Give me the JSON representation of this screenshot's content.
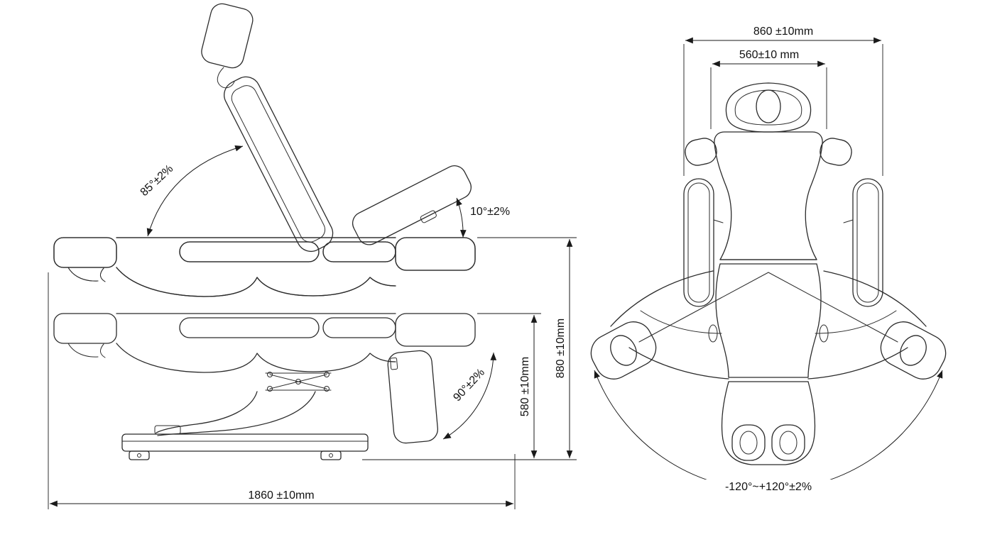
{
  "title": "Treatment chair dimensional drawing",
  "style": {
    "line_color": "#2b2b2b",
    "dimension_color": "#1a1a1a",
    "background": "#ffffff"
  },
  "side_view": {
    "backrest_angle": "85°±2%",
    "footrest_angle": "10°±2%",
    "legrest_angle": "90°±2%",
    "seat_height": "580 ±10mm",
    "overall_height": "880 ±10mm",
    "overall_length": "1860 ±10mm"
  },
  "top_view": {
    "overall_width": "860 ±10mm",
    "cushion_width": "560±10 mm",
    "rotation_range": "-120°~+120°±2%"
  }
}
